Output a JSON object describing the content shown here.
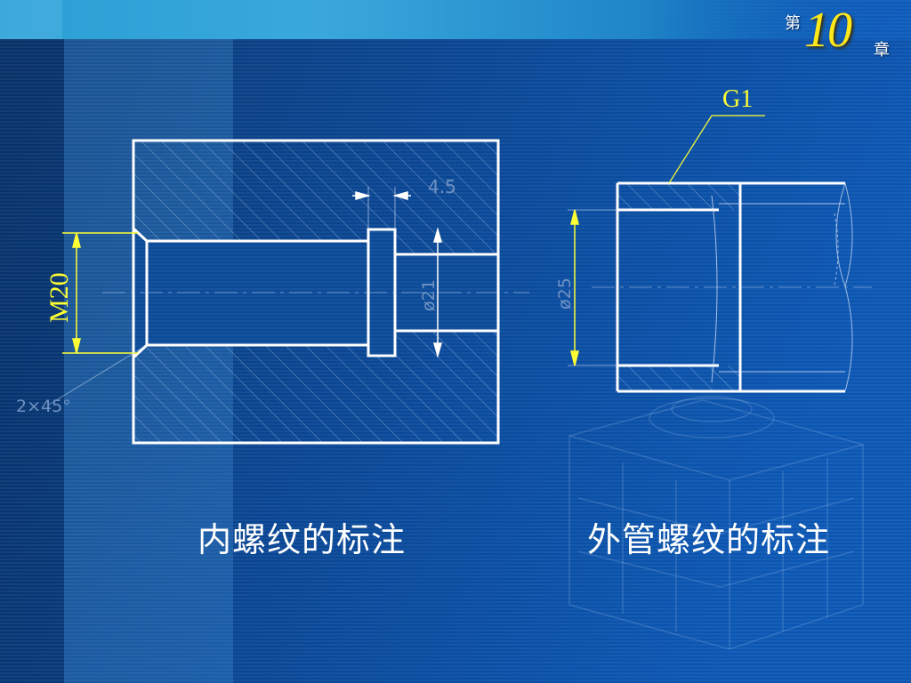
{
  "chapter_badge": {
    "prefix": "第",
    "number": "10",
    "suffix": "章"
  },
  "left_drawing": {
    "thread_label": "M20",
    "chamfer_label": "2×45°",
    "groove_width_label": "4.5",
    "groove_diameter_label": "ø21"
  },
  "right_drawing": {
    "pipe_thread_label": "G1",
    "diameter_label": "ø25"
  },
  "captions": {
    "left": "内螺纹的标注",
    "right": "外管螺纹的标注"
  },
  "colors": {
    "background": "#0a3f86",
    "line": "#ffffff",
    "dimension_accent": "#ffff33",
    "faded_label": "#6f93c4",
    "badge_number": "#ffe81a"
  }
}
